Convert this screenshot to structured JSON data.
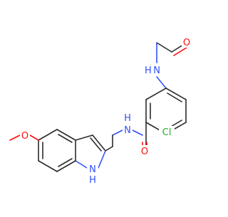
{
  "molecule": {
    "atom_labels": {
      "acetyl_o": "O",
      "amide1_nh": "H N",
      "amide2_nh": "N",
      "amide2_h": "H",
      "amide2_o": "O",
      "chloro": "Cl",
      "methoxy_o": "O",
      "indole_nh": "N",
      "indole_h": "H"
    },
    "colors": {
      "carbon_bond": "#2b2b2b",
      "oxygen": "#ff0d0d",
      "nitrogen": "#3050f8",
      "chlorine": "#1fb01f",
      "background": "#ffffff"
    }
  }
}
